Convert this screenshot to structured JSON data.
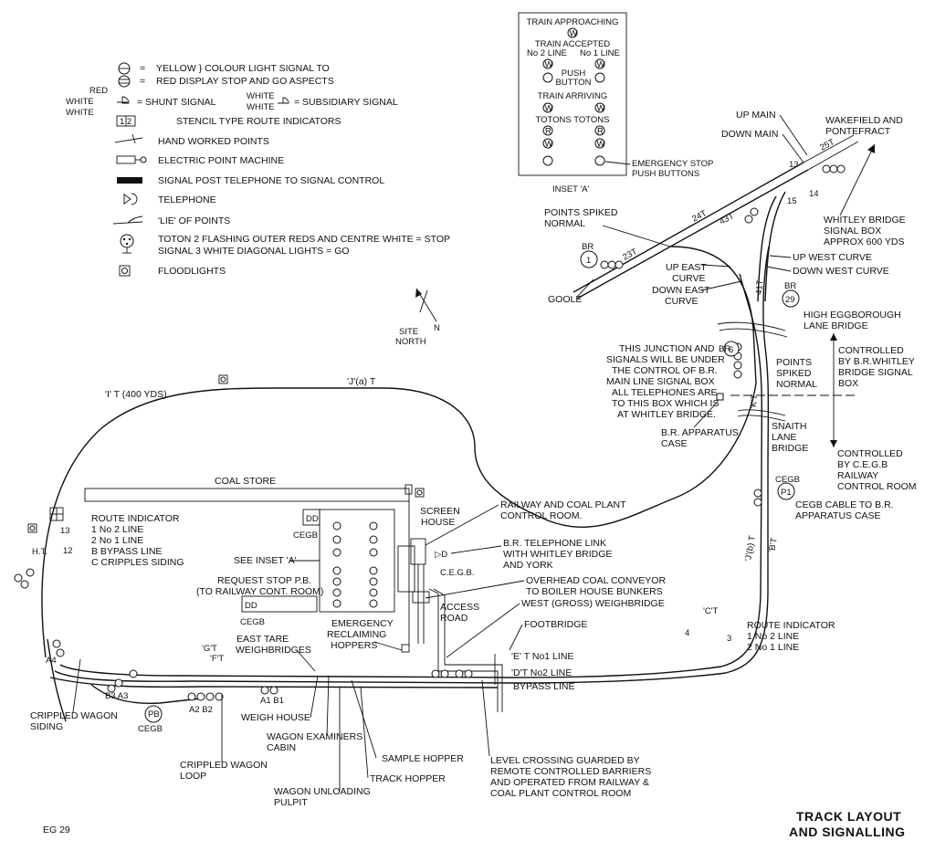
{
  "legend": [
    {
      "symbol": "=",
      "text": "YELLOW } COLOUR LIGHT SIGNAL TO"
    },
    {
      "symbol": "=",
      "text": "RED       DISPLAY STOP AND GO ASPECTS"
    },
    {
      "symbol": "= SHUNT SIGNAL",
      "text": "WHITE / WHITE = SUBSIDIARY SIGNAL",
      "prefix": "RED / WHITE / WHITE"
    },
    {
      "symbol": "1 2",
      "text": "STENCIL TYPE ROUTE INDICATORS"
    },
    {
      "symbol": "",
      "text": "HAND WORKED POINTS"
    },
    {
      "symbol": "",
      "text": "ELECTRIC POINT MACHINE"
    },
    {
      "symbol": "",
      "text": "SIGNAL POST TELEPHONE TO SIGNAL CONTROL"
    },
    {
      "symbol": "",
      "text": "TELEPHONE"
    },
    {
      "symbol": "",
      "text": "'LIE' OF POINTS"
    },
    {
      "symbol": "",
      "text": "TOTON   2 FLASHING OUTER REDS AND CENTRE WHITE = STOP"
    },
    {
      "symbol": "",
      "text": "SIGNAL  3 WHITE DIAGONAL LIGHTS = GO"
    },
    {
      "symbol": "",
      "text": "FLOODLIGHTS"
    }
  ],
  "legend_words": {
    "red": "RED",
    "white": "WHITE",
    "shunt": "= SHUNT SIGNAL",
    "subsidiary": "= SUBSIDIARY SIGNAL",
    "route_nums": "1 2"
  },
  "inset": {
    "approaching": "TRAIN APPROACHING",
    "accepted": "TRAIN ACCEPTED",
    "no2": "No 2 LINE",
    "no1": "No 1 LINE",
    "push": "PUSH",
    "button": "BUTTON",
    "arriving": "TRAIN ARRIVING",
    "totons": "TOTONS TOTONS",
    "w": "W",
    "r": "R",
    "label": "INSET 'A'",
    "emergency": "EMERGENCY STOP",
    "push_buttons": "PUSH BUTTONS"
  },
  "labels": {
    "site_north": "SITE",
    "north": "NORTH",
    "n": "N",
    "it": "'I' T (400 YDS)",
    "jat": "'J'(a) T",
    "coal_store": "COAL STORE",
    "route_indicator": "ROUTE INDICATOR",
    "ri_1": "1 No 2 LINE",
    "ri_2": "2 No 1 LINE",
    "ri_b": "B BYPASS LINE",
    "ri_c": "C CRIPPLES SIDING",
    "ht": "H.T.",
    "s13": "13",
    "s12": "12",
    "see_inset": "SEE INSET 'A'",
    "cegb": "CEGB",
    "request_stop": "REQUEST STOP P.B.",
    "to_railway": "(TO RAILWAY CONT. ROOM)",
    "screen": "SCREEN",
    "house": "HOUSE",
    "railway_coal": "RAILWAY AND COAL PLANT",
    "control_room": "CONTROL ROOM.",
    "br_tel": "B.R. TELEPHONE LINK",
    "with_whitley": "WITH WHITLEY BRIDGE",
    "and_york": "AND YORK",
    "cegb_dot": "C.E.G.B.",
    "overhead": "OVERHEAD COAL CONVEYOR",
    "to_boiler": "TO BOILER HOUSE BUNKERS",
    "west_weigh": "WEST (GROSS) WEIGHBRIDGE",
    "access": "ACCESS",
    "road": "ROAD",
    "footbridge": "FOOTBRIDGE",
    "emergency_recl": "EMERGENCY",
    "reclaiming": "RECLAIMING",
    "hoppers": "HOPPERS",
    "east_tare": "EAST TARE",
    "weighbridges": "WEIGHBRIDGES",
    "gt": "'G'T",
    "ft": "'F'T",
    "et": "'E' T No1 LINE",
    "dt": "'D'T No2 LINE",
    "bypass": "BYPASS LINE",
    "crippled_siding": "CRIPPLED WAGON",
    "siding": "SIDING",
    "b3a3": "B3 A3",
    "a4": "A4",
    "pb": "PB",
    "a2b2": "A2 B2",
    "a1b1": "A1 B1",
    "weigh_house": "WEIGH HOUSE",
    "wagon_exam": "WAGON EXAMINERS",
    "cabin": "CABIN",
    "crippled_loop": "CRIPPLED WAGON",
    "loop": "LOOP",
    "sample": "SAMPLE HOPPER",
    "track_hopper": "TRACK HOPPER",
    "unloading": "WAGON UNLOADING",
    "pulpit": "PULPIT",
    "level1": "LEVEL CROSSING GUARDED BY",
    "level2": "REMOTE CONTROLLED BARRIERS",
    "level3": "AND OPERATED FROM RAILWAY &",
    "level4": "COAL PLANT CONTROL ROOM",
    "route2": "ROUTE INDICATOR",
    "route2_1": "1 No 2 LINE",
    "route2_2": "2 No 1 LINE",
    "ct": "'C'T",
    "n4": "4",
    "n3": "3",
    "bt": "'B'T",
    "jbt": "'J'(b) T",
    "cegb_p1": "CEGB",
    "p1": "P1",
    "cegb_cable": "CEGB CABLE TO B.R.",
    "apparatus_case": "APPARATUS CASE",
    "ctrl_cegb": "CONTROLLED",
    "by_cegb": "BY C.E.G.B",
    "railway": "RAILWAY",
    "control_room2": "CONTROL ROOM",
    "snaith": "SNAITH",
    "lane": "LANE",
    "bridge": "BRIDGE",
    "br_app": "B.R. APPARATUS",
    "case": "CASE",
    "junction1": "THIS JUNCTION AND",
    "junction2": "SIGNALS WILL BE UNDER",
    "junction3": "THE CONTROL OF B.R.",
    "junction4": "MAIN LINE SIGNAL BOX",
    "junction5": "ALL TELEPHONES ARE",
    "junction6": "TO THIS BOX WHICH IS",
    "junction7": "AT WHITLEY BRIDGE.",
    "kt": "'K'T",
    "points_spiked": "POINTS",
    "spiked": "SPIKED",
    "normal": "NORMAL",
    "br6": "6",
    "br": "BR",
    "ctrl_br": "CONTROLLED",
    "by_br": "BY B.R.WHITLEY",
    "bridge_sig": "BRIDGE SIGNAL",
    "box": "BOX",
    "high_egg": "HIGH EGGBOROUGH",
    "lane_bridge": "LANE BRIDGE",
    "br29": "29",
    "up_west": "UP WEST CURVE",
    "down_west": "DOWN WEST CURVE",
    "up_east": "UP EAST",
    "curve": "CURVE",
    "down_east": "DOWN EAST",
    "curve2": "CURVE",
    "lt41": "41T",
    "goole": "GOOLE",
    "br1": "1",
    "t23": "23T",
    "t24": "24T",
    "t43": "43T",
    "t25": "25T",
    "points_spiked2": "POINTS SPIKED",
    "normal2": "NORMAL",
    "up_main": "UP MAIN",
    "down_main": "DOWN MAIN",
    "wakefield": "WAKEFIELD AND",
    "pontefract": "PONTEFRACT",
    "whitley1": "WHITLEY BRIDGE",
    "whitley2": "SIGNAL BOX",
    "whitley3": "APPROX 600 YDS",
    "s13b": "13",
    "s14": "14",
    "s15": "15",
    "eg29": "EG 29",
    "title1": "TRACK  LAYOUT",
    "title2": "AND SIGNALLING"
  }
}
